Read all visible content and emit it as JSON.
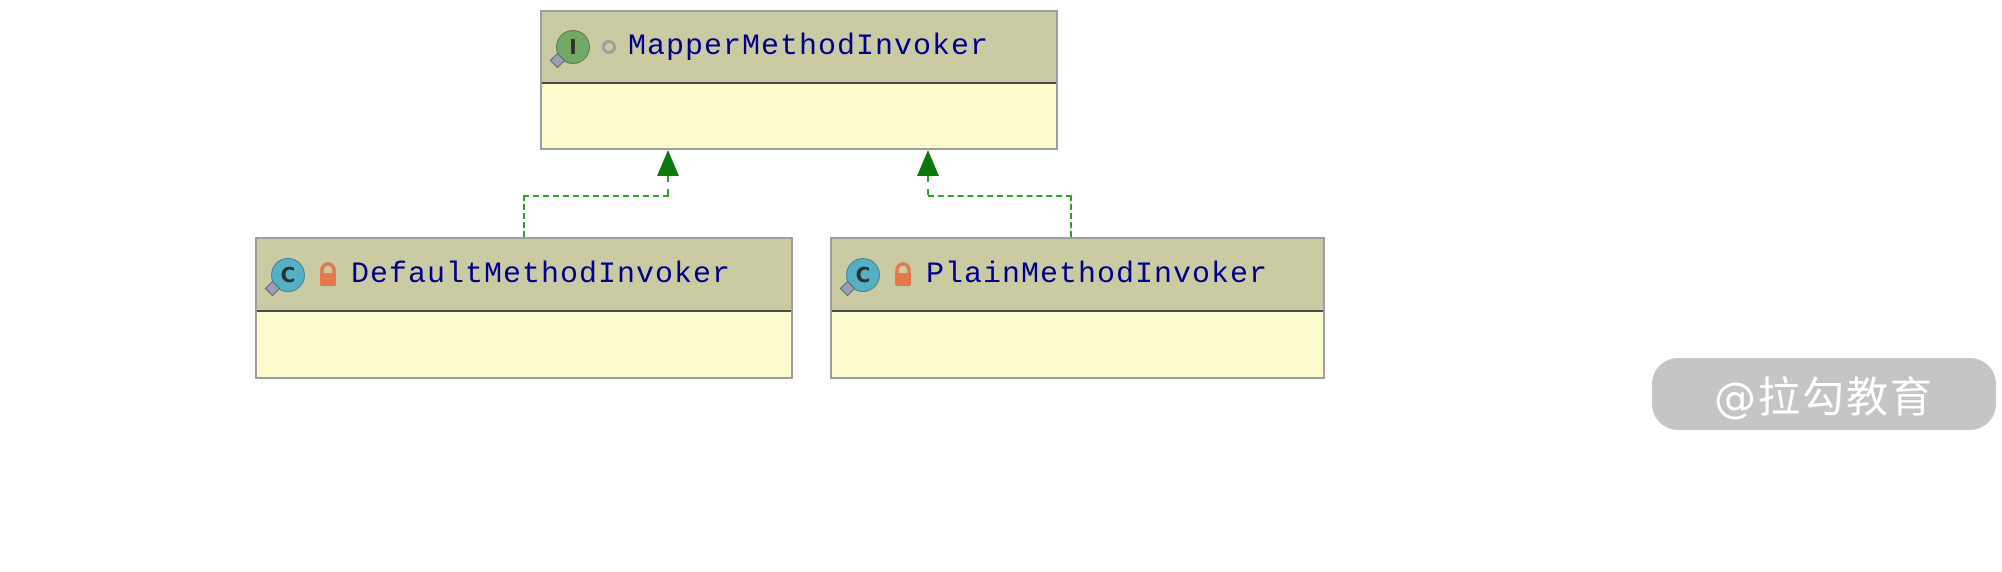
{
  "nodes": [
    {
      "name": "MapperMethodInvoker",
      "kind": "interface",
      "icon_letter": "I",
      "badges": [
        "static-diamond",
        "circle-modifier"
      ]
    },
    {
      "name": "DefaultMethodInvoker",
      "kind": "class",
      "icon_letter": "C",
      "badges": [
        "static-diamond",
        "lock"
      ]
    },
    {
      "name": "PlainMethodInvoker",
      "kind": "class",
      "icon_letter": "C",
      "badges": [
        "static-diamond",
        "lock"
      ]
    }
  ],
  "relations": [
    {
      "from": "DefaultMethodInvoker",
      "to": "MapperMethodInvoker",
      "type": "implements"
    },
    {
      "from": "PlainMethodInvoker",
      "to": "MapperMethodInvoker",
      "type": "implements"
    }
  ],
  "watermark": {
    "text": "@拉勾教育"
  },
  "colors": {
    "node_header_bg": "#cbcba3",
    "node_body_bg": "#fbfbcd",
    "node_border": "#9e9e9e",
    "title_text": "#00008b",
    "relation_line": "#2aa52a",
    "arrowhead": "#0a780a",
    "interface_icon_bg": "#74a865",
    "class_icon_bg": "#54b0c4",
    "lock_icon": "#e5764e",
    "watermark_bg": "#c0c0c0",
    "watermark_text": "#ffffff"
  }
}
